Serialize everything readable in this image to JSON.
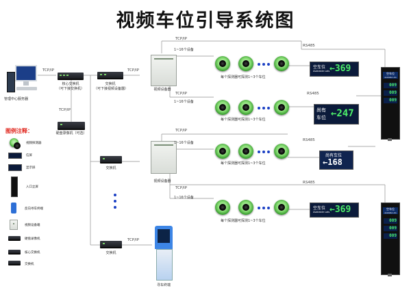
{
  "title": "视频车位引导系统图",
  "protocols": {
    "tcpip": "TCP/IP",
    "rs485": "RS485"
  },
  "labels": {
    "server": "管理中心服务器",
    "core_switch_1": "核心交换机",
    "core_switch_2": "（可下接交换机）",
    "switch_1": "交换机",
    "switch_2": "（可下接视频设备器）",
    "nvr_1": "硬盘录像机（可选）",
    "video_device": "视频设备器",
    "switch": "交换机",
    "terminal": "寻车终端",
    "cam_range": "1~16个设备",
    "per_camera": "每个探测器可探测1~3个车位",
    "legend_title": "图例注释："
  },
  "boards": {
    "b1_text1": "空车位",
    "b1_text2": "Available Lots",
    "b1_num": "←369",
    "b2_text1": "尚有",
    "b2_text2": "车位",
    "b2_num": "←247",
    "b3_text1": "尚有车位",
    "b3_num": "←168",
    "b4_text1": "空车位",
    "b4_text2": "Available Lots",
    "b4_num": "←369"
  },
  "sign": {
    "head1": "空车位",
    "head2": "Available Lots",
    "n1": "009",
    "n2": "009",
    "n3": "009"
  },
  "legend": [
    {
      "name": "视频探测器"
    },
    {
      "name": "信屏"
    },
    {
      "name": "显示屏"
    },
    {
      "name": "入口立屏"
    },
    {
      "name": "反向寻车终端"
    },
    {
      "name": "视频设备箱"
    },
    {
      "name": "硬盘录像机"
    },
    {
      "name": "核心交换机"
    },
    {
      "name": "交换机"
    }
  ]
}
